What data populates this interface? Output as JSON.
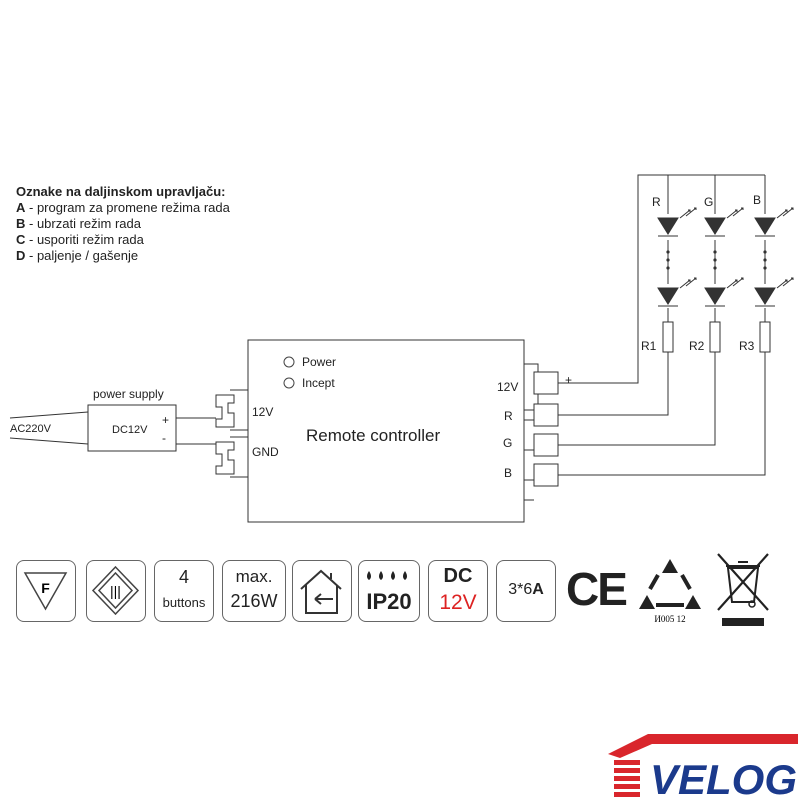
{
  "legend": {
    "title": "Oznake na daljinskom upravljaču:",
    "items": [
      {
        "key": "A",
        "text": " - program za promene režima rada"
      },
      {
        "key": "B",
        "text": " - ubrzati režim rada"
      },
      {
        "key": "C",
        "text": " - usporiti režim rada"
      },
      {
        "key": "D",
        "text": " - paljenje / gašenje"
      }
    ]
  },
  "power_supply": {
    "caption": "power supply",
    "box_label": "DC12V",
    "input_label": "AC220V",
    "plus": "+",
    "minus": "-"
  },
  "controller": {
    "title": "Remote controller",
    "indicator_power": "Power",
    "indicator_incept": "Incept",
    "in_12v": "12V",
    "in_gnd": "GND",
    "out_12v": "12V",
    "out_plus": "+",
    "out_r": "R",
    "out_g": "G",
    "out_b": "B"
  },
  "led_strip": {
    "channels": [
      "R",
      "G",
      "B"
    ],
    "resistors": [
      "R1",
      "R2",
      "R3"
    ]
  },
  "badges": {
    "fuse": "F",
    "class2": "|||",
    "buttons_num": "4",
    "buttons_label": "buttons",
    "max_line1": "max.",
    "max_line2": "216W",
    "ip_rating": "IP20",
    "dc_line1": "DC",
    "dc_line2": "12V",
    "channels": "3*6",
    "channels_unit": "A",
    "ce": "CE",
    "recycle_label": "И005   12"
  },
  "brand": {
    "name": "VELOG",
    "red": "#d9262c",
    "blue": "#1b3a8c"
  }
}
